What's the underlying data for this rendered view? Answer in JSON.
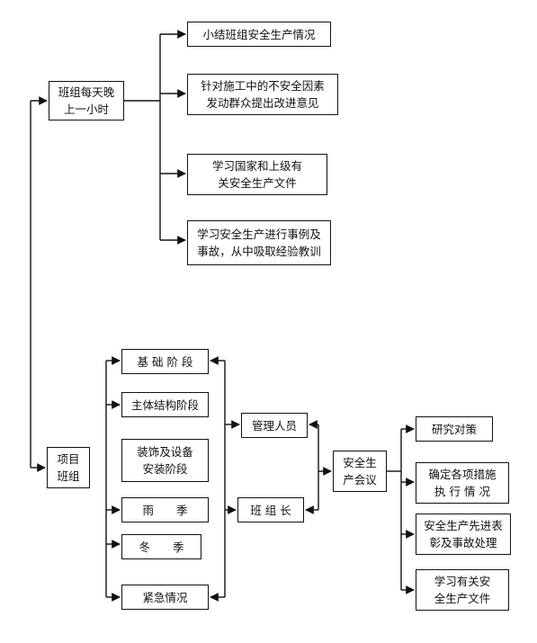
{
  "top_section": {
    "source": "班组每天晚\n上一小时",
    "items": [
      "小结班组安全生产情况",
      "针对施工中的不安全因素\n发动群众提出改进意见",
      "学习国家和上级有\n关安全生产文件",
      "学习安全生产进行事例及\n事故，从中吸取经验教训"
    ]
  },
  "root": "项目\n班组",
  "stages": [
    "基 础 阶 段",
    "主体结构阶段",
    "装饰及设备\n安装阶段",
    "雨　　季",
    "冬　　季",
    "紧急情况"
  ],
  "participants": {
    "management": "管理人员",
    "team_leader": "班 组 长"
  },
  "meeting": "安全生\n产会议",
  "outcomes": [
    "研究对策",
    "确定各项措施\n执 行 情 况",
    "安全生产先进表\n彰及事故处理",
    "学习有关安\n全生产文件"
  ]
}
